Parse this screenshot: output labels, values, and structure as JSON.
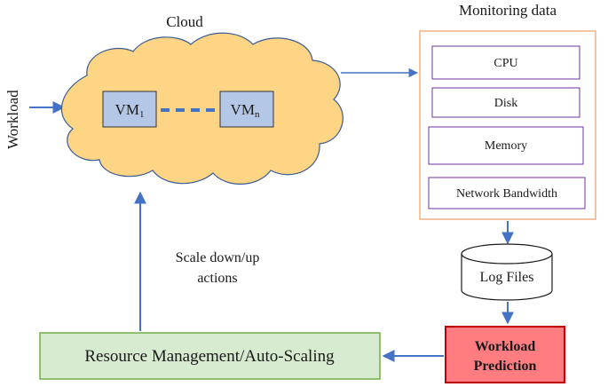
{
  "cloud": {
    "title": "Cloud",
    "vm_first": "VM",
    "vm_first_sub": "1",
    "vm_last": "VM",
    "vm_last_sub": "n"
  },
  "workload_label": "Workload",
  "monitoring": {
    "title": "Monitoring data",
    "items": [
      "CPU",
      "Disk",
      "Memory",
      "Network Bandwidth"
    ]
  },
  "log_files": "Log Files",
  "prediction": {
    "line1": "Workload",
    "line2": "Prediction"
  },
  "resource_mgmt": "Resource Management/Auto-Scaling",
  "scale_label": {
    "line1": "Scale down/up",
    "line2": "actions"
  },
  "colors": {
    "cloud_fill": "#fdd584",
    "vm_fill": "#b4c7e7",
    "arrow": "#4472c4",
    "monitor_border": "#f4b183",
    "item_border": "#7030a0",
    "prediction_fill": "#ff7c80",
    "prediction_border": "#c00000",
    "resource_fill": "#d7ebd0",
    "resource_border": "#70ad47"
  }
}
